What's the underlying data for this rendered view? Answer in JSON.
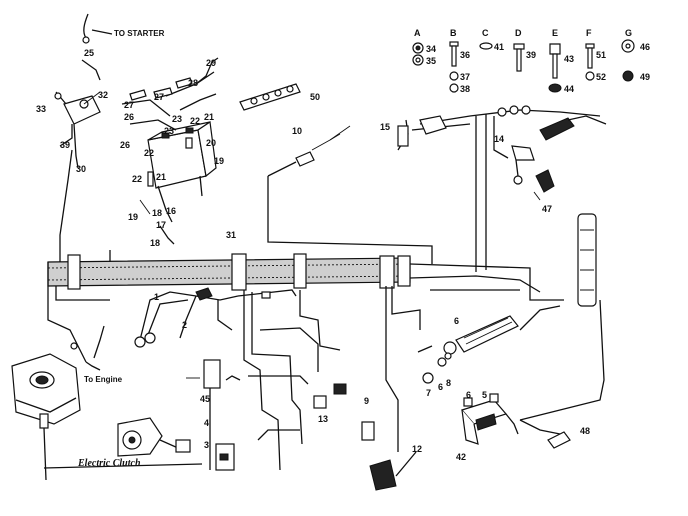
{
  "notes": {
    "to_starter": "TO STARTER",
    "to_engine": "To Engine",
    "electric_clutch": "Electric Clutch"
  },
  "hardware_letters": [
    "A",
    "B",
    "C",
    "D",
    "E",
    "F",
    "G"
  ],
  "callouts": {
    "c1": "1",
    "c2": "2",
    "c3": "3",
    "c4": "4",
    "c5": "5",
    "c6": "6",
    "c7": "7",
    "c8": "8",
    "c9": "9",
    "c10": "10",
    "c12": "12",
    "c13": "13",
    "c14": "14",
    "c15": "15",
    "c16": "16",
    "c17": "17",
    "c18a": "18",
    "c18b": "18",
    "c19a": "19",
    "c19b": "19",
    "c20": "20",
    "c21a": "21",
    "c21b": "21",
    "c22a": "22",
    "c22b": "22",
    "c22c": "22",
    "c23a": "23",
    "c23b": "23",
    "c25": "25",
    "c26a": "26",
    "c26b": "26",
    "c27a": "27",
    "c27b": "27",
    "c28": "28",
    "c29": "29",
    "c30": "30",
    "c31": "31",
    "c32": "32",
    "c33": "33",
    "c34": "34",
    "c35": "35",
    "c36": "36",
    "c37": "37",
    "c38": "38",
    "c39": "39",
    "c41": "41",
    "c42": "42",
    "c43": "43",
    "c44": "44",
    "c45": "45",
    "c46": "46",
    "c47": "47",
    "c48": "48",
    "c49": "49",
    "c50": "50",
    "c51": "51",
    "c52": "52"
  }
}
